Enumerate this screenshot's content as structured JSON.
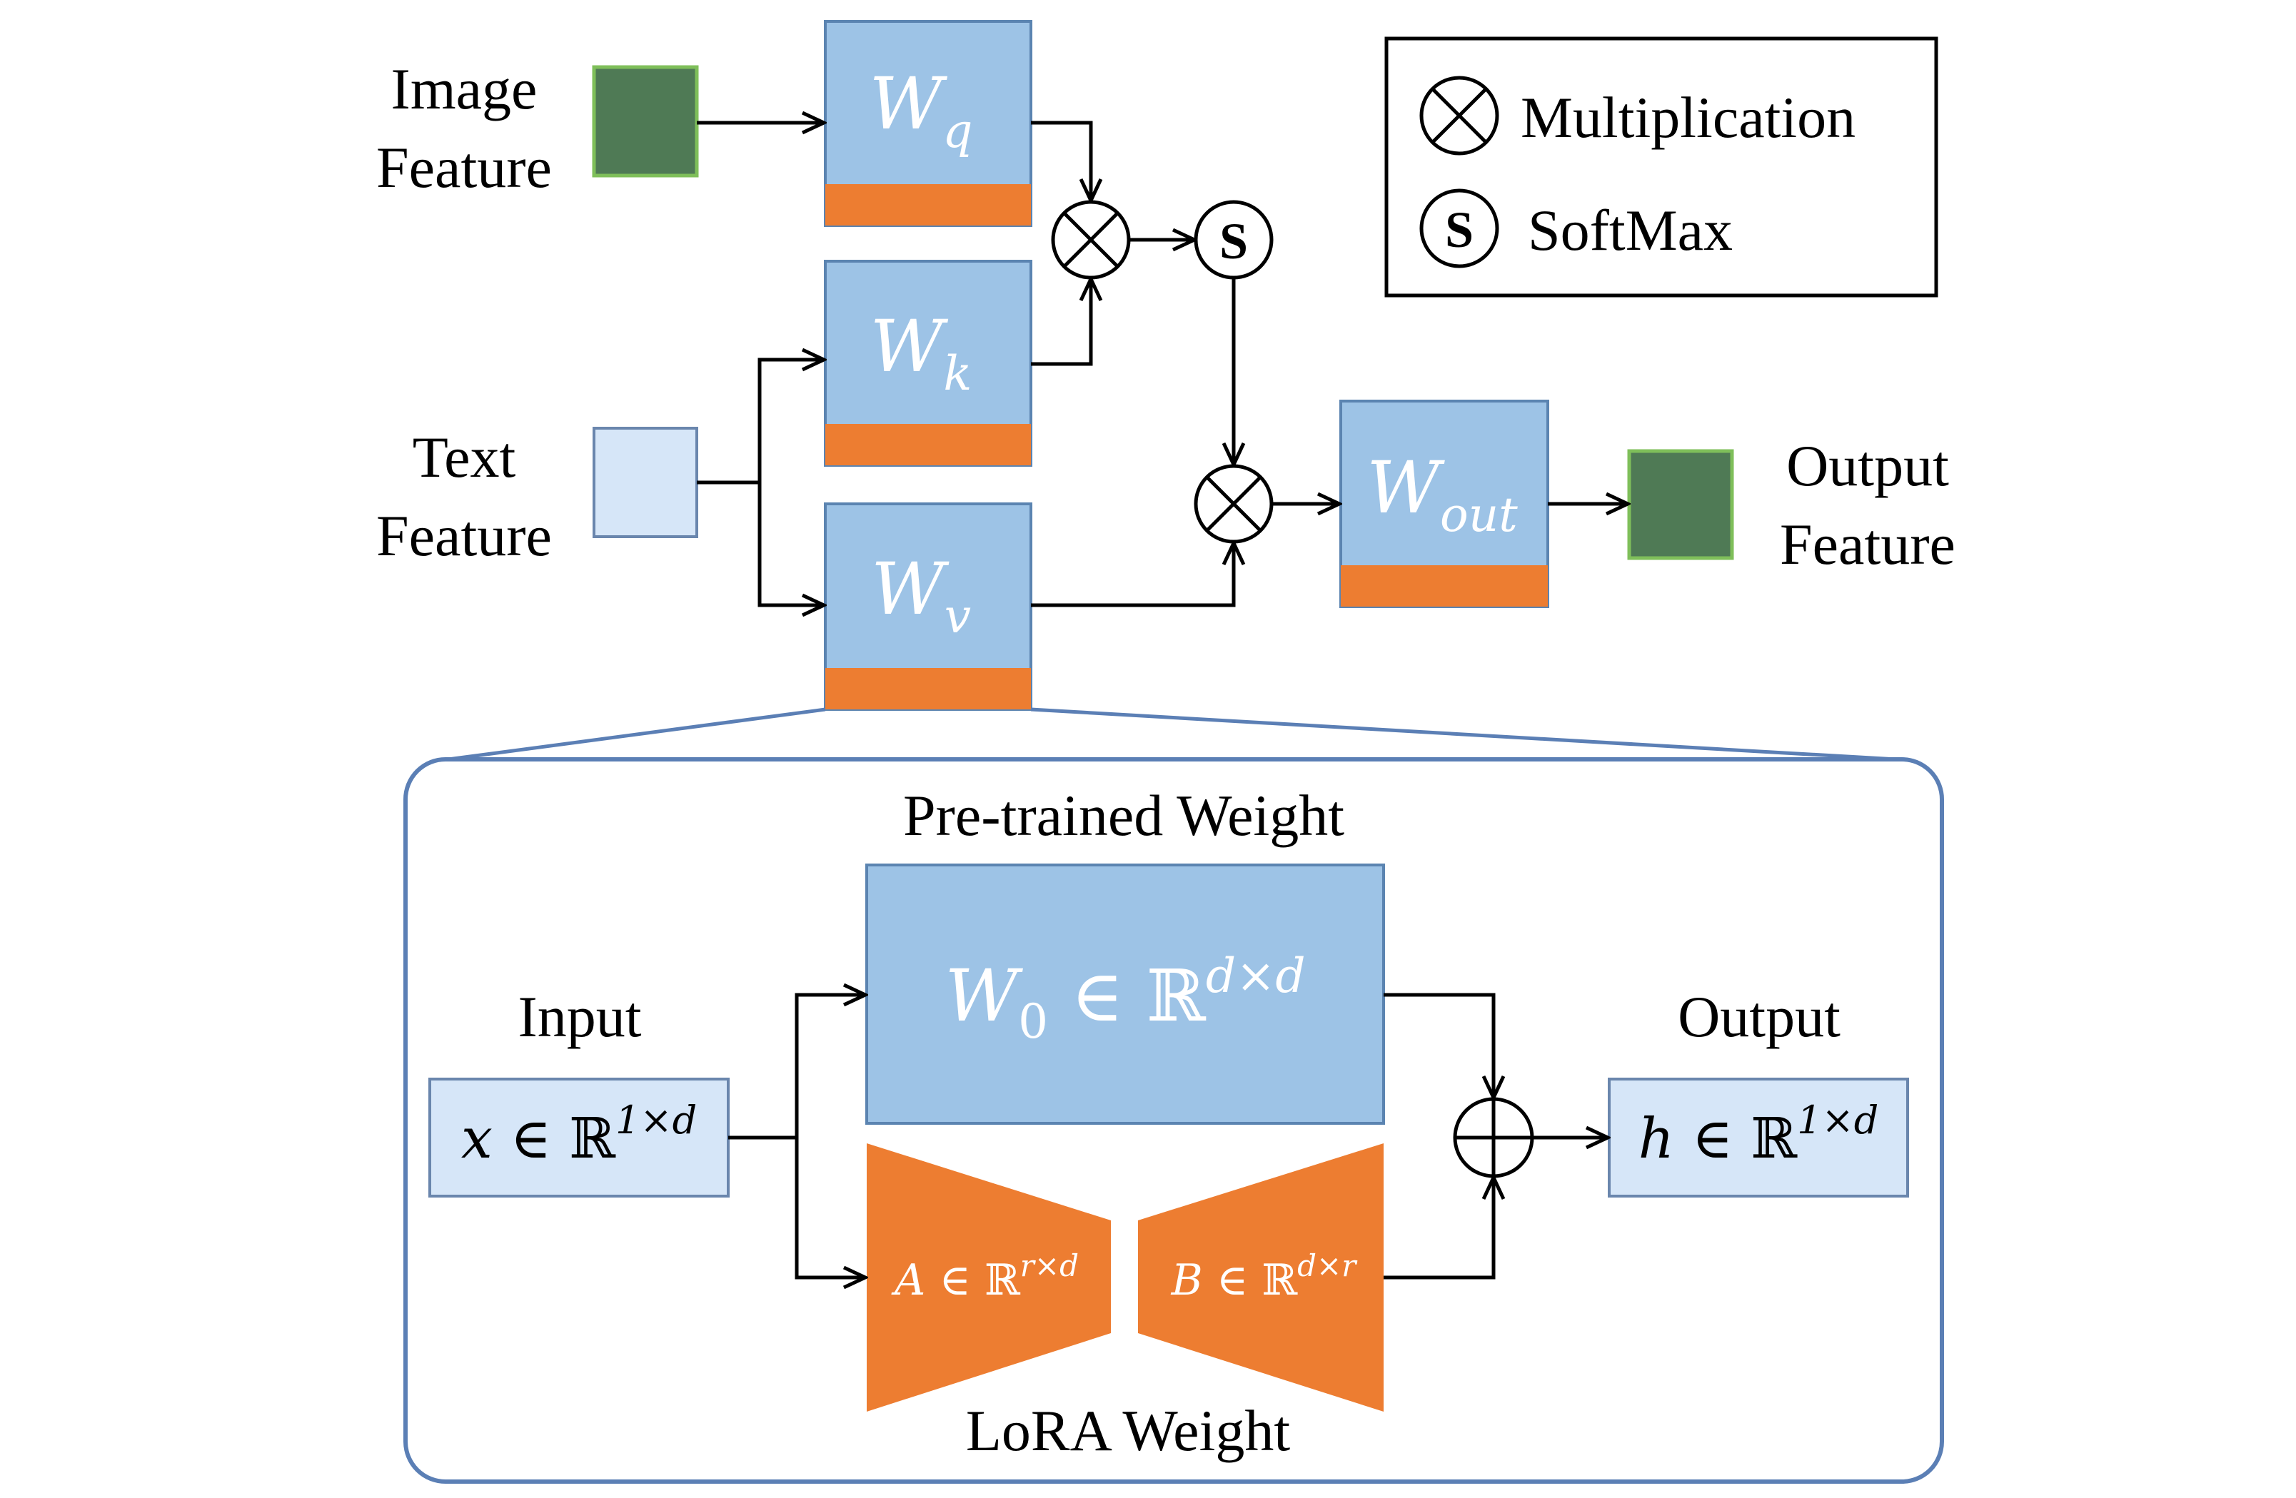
{
  "inputs": {
    "image_feature_line1": "Image",
    "image_feature_line2": "Feature",
    "text_feature_line1": "Text",
    "text_feature_line2": "Feature"
  },
  "output": {
    "line1": "Output",
    "line2": "Feature"
  },
  "weights": {
    "wq": {
      "base": "W",
      "sub": "q"
    },
    "wk": {
      "base": "W",
      "sub": "k"
    },
    "wv": {
      "base": "W",
      "sub": "v"
    },
    "wout": {
      "base": "W",
      "sub": "out"
    }
  },
  "legend": {
    "multiplication_label": "Multiplication",
    "softmax_label": "SoftMax",
    "softmax_symbol": "S"
  },
  "softmax_node": {
    "symbol": "S"
  },
  "lora_panel": {
    "pretrained_title": "Pre-trained Weight",
    "pretrained_formula": {
      "base": "W",
      "sub": "0",
      "in": " ∈ ℝ",
      "sup": "d×d"
    },
    "input_title": "Input",
    "input_formula": {
      "var": "x",
      "in": " ∈ ℝ",
      "sup": "1×d"
    },
    "output_title": "Output",
    "output_formula": {
      "var": "h",
      "in": " ∈ ℝ",
      "sup": "1×d"
    },
    "matrix_a": {
      "var": "A",
      "in": " ∈ ℝ",
      "sup": "r×d"
    },
    "matrix_b": {
      "var": "B",
      "in": " ∈ ℝ",
      "sup": "d×r"
    },
    "lora_title": "LoRA Weight"
  },
  "colors": {
    "weight_blue": "#9dc3e6",
    "lora_orange": "#ed7d31",
    "feature_green": "#4f7a55",
    "text_feature_light": "#d6e6f8",
    "panel_border": "#5b7fb5"
  }
}
